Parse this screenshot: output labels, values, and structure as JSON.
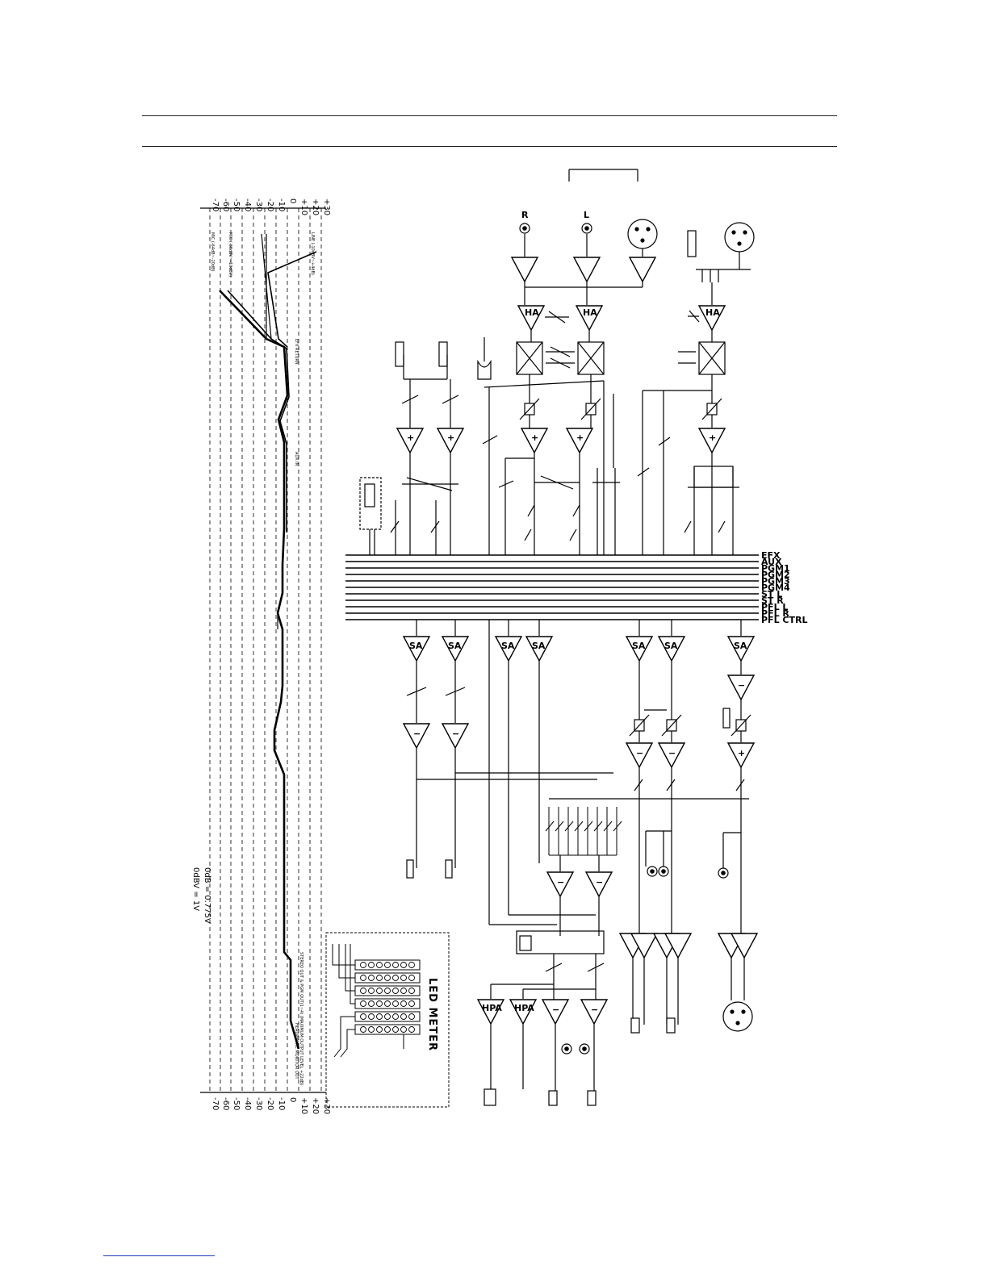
{
  "level_scale": {
    "ticks": [
      "+30",
      "+20",
      "+10",
      "0",
      "-10",
      "-20",
      "-30",
      "-40",
      "-50",
      "-60",
      "-70"
    ]
  },
  "reference": {
    "line1": "0dB = 0.775V",
    "line2": "0dBV = 1V"
  },
  "level_annotations": {
    "line": "LINE (-10dBV~+4dB)",
    "mic": "MIC (-60dBV~-10dBV)",
    "mic2": "MIC (-64dB~-20dB)",
    "efx_return": "EFX RETURN",
    "aux_in": "AUX IN",
    "stereo_out": "STEREO OUT & PGM OUT(1~4) (MAXIMUM OUTPUT LEVEL +22dB)",
    "headphone": "HEADPHONE MONITOR OUT"
  },
  "buses": [
    "EFX",
    "AUX",
    "PGM1",
    "PGM2",
    "PGM3",
    "PGM4",
    "ST L",
    "ST R",
    "PFL L",
    "PFL R",
    "PFL CTRL"
  ],
  "amp_labels": {
    "sa": "SA",
    "ha": "HA",
    "hpa": "HPA",
    "plus": "+",
    "minus": "−"
  },
  "channel_labels": {
    "r": "R",
    "l": "L"
  },
  "led_meter": {
    "title": "LED METER"
  }
}
